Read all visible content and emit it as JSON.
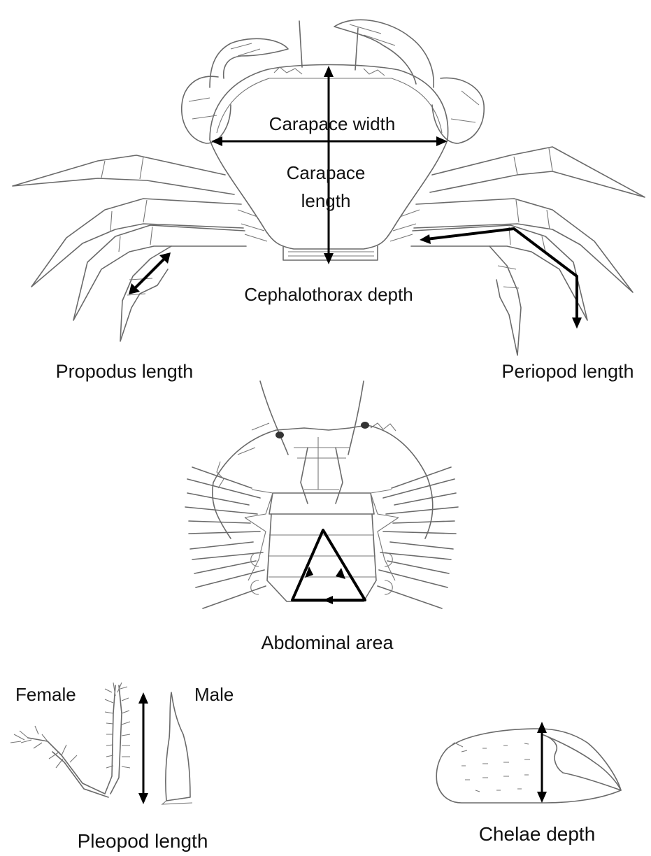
{
  "labels": {
    "carapace_width": "Carapace width",
    "carapace_length_1": "Carapace",
    "carapace_length_2": "length",
    "cephalothorax_depth": "Cephalothorax depth",
    "propodus_length": "Propodus length",
    "periopod_length": "Periopod length",
    "abdominal_area": "Abdominal area",
    "female": "Female",
    "male": "Male",
    "pleopod_length": "Pleopod length",
    "chelae_depth": "Chelae depth"
  }
}
